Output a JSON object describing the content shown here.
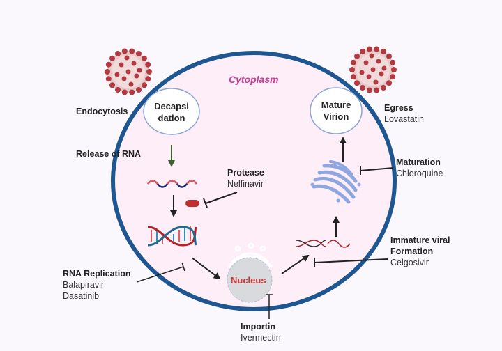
{
  "colors": {
    "cell_membrane": "#1d5690",
    "cytoplasm_fill": "#fdeef7",
    "cytoplasm_label": "#c23d95",
    "nucleus_label": "#c73a3a",
    "nucleus_fill": "#d9dadd",
    "virus": "#b23a40",
    "golgi": "#8fa7e0",
    "arrow_green": "#3d5e2f",
    "arrow_dark": "#222222"
  },
  "compartments": {
    "cytoplasm": "Cytoplasm",
    "nucleus": "Nucleus"
  },
  "bubbles": {
    "decapsidation": [
      "Decapsi",
      "dation"
    ],
    "mature_virion": [
      "Mature",
      "Virion"
    ]
  },
  "steps": {
    "endocytosis": {
      "title": "Endocytosis"
    },
    "release_rna": {
      "title": "Release of RNA"
    },
    "protease": {
      "title": "Protease",
      "drugs": [
        "Nelfinavir"
      ]
    },
    "rna_replication": {
      "title": "RNA Replication",
      "drugs": [
        "Balapiravir",
        "Dasatinib"
      ]
    },
    "importin": {
      "title": "Importin",
      "drugs": [
        "Ivermectin"
      ]
    },
    "immature": {
      "title_lines": [
        "Immature viral",
        "Formation"
      ],
      "drugs": [
        "Celgosivir"
      ]
    },
    "maturation": {
      "title": "Maturation",
      "drugs": [
        "Chloroquine"
      ]
    },
    "egress": {
      "title": "Egress",
      "drugs": [
        "Lovastatin"
      ]
    }
  }
}
